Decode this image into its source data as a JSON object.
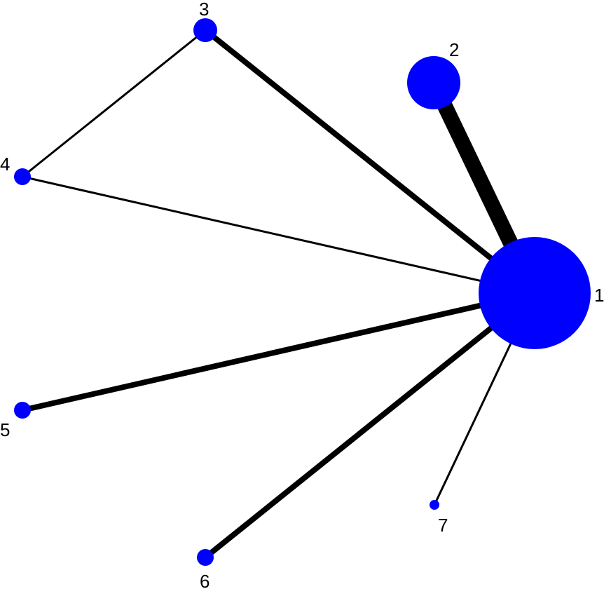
{
  "colors": {
    "node": "#0000ff",
    "edge": "#000000",
    "background": "#ffffff"
  },
  "nodes": [
    {
      "id": "1",
      "label": "1"
    },
    {
      "id": "2",
      "label": "2"
    },
    {
      "id": "3",
      "label": "3"
    },
    {
      "id": "4",
      "label": "4"
    },
    {
      "id": "5",
      "label": "5"
    },
    {
      "id": "6",
      "label": "6"
    },
    {
      "id": "7",
      "label": "7"
    }
  ],
  "edges": [
    {
      "source": "1",
      "target": "2"
    },
    {
      "source": "1",
      "target": "3"
    },
    {
      "source": "1",
      "target": "4"
    },
    {
      "source": "1",
      "target": "5"
    },
    {
      "source": "1",
      "target": "6"
    },
    {
      "source": "1",
      "target": "7"
    },
    {
      "source": "3",
      "target": "4"
    }
  ]
}
